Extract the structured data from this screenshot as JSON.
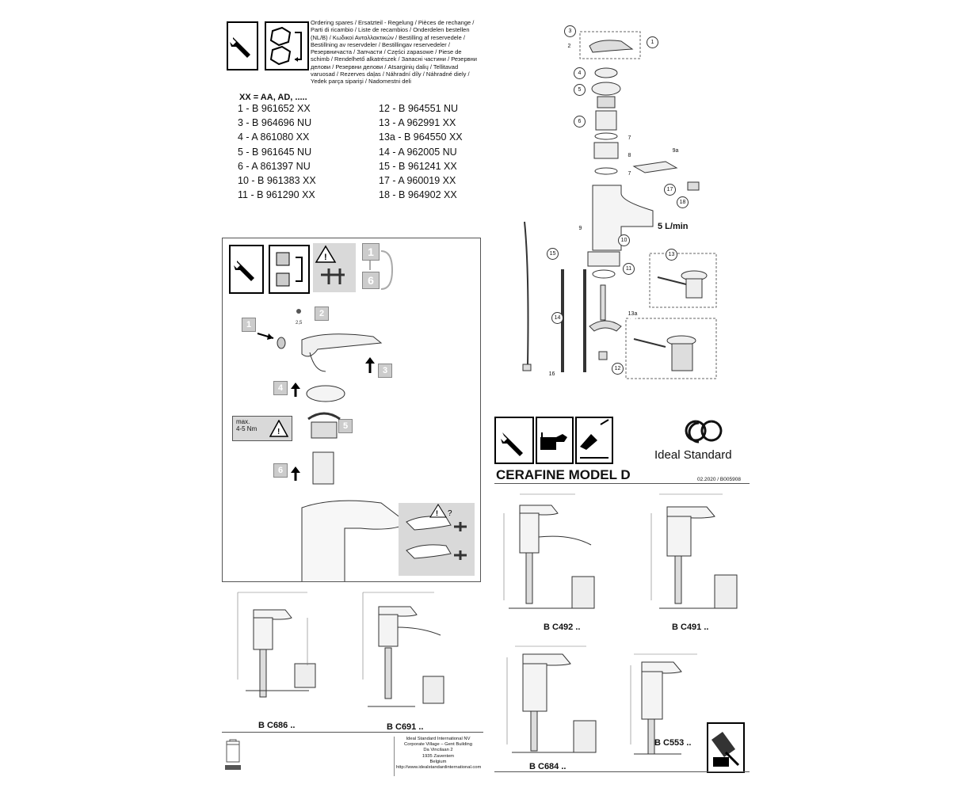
{
  "header": {
    "ordering_spares_text": "Ordering spares / Ersatzteil - Regelung / Pièces de rechange / Parti di ricambio / Liste de recambios / Onderdelen bestellen (NL/B) / Κωδικοί Ανταλλακτικών / Bestilling af reservedele / Bestillning av reservdeler / Bestillingav reservedeler / Резервничаста / Запчасти / Części zapasowe / Piese de schimb / Rendelhető alkatrészek / Запасні частини / Резервни делови / Резервни делови / Atsarginių dalių / Tellitavad varuosad / Rezerves daļas / Náhradní díly / Náhradné diely / Yedek parça siparişi / Nadomestni deli"
  },
  "parts": {
    "legend": "XX = AA, AD, .....",
    "left": [
      "1 - B 961652 XX",
      "3 - B 964696 NU",
      "4 - A 861080 XX",
      "5 - B 961645 NU",
      "6 - A 861397 NU",
      "10 - B 961383 XX",
      "11 - B 961290 XX"
    ],
    "right": [
      "12 - B 964551 NU",
      "13 - A 962991 XX",
      "13a - B 964550 XX",
      "14 - A 962005 NU",
      "15 - B 961241 XX",
      "17 - A 960019 XX",
      "18 - B 964902 XX"
    ]
  },
  "exploded": {
    "callouts": [
      "1",
      "2",
      "3",
      "4",
      "5",
      "6",
      "7",
      "8",
      "7",
      "9a",
      "9",
      "17",
      "18",
      "10",
      "11",
      "13",
      "15",
      "14",
      "13a",
      "16",
      "12"
    ],
    "flow_rate": "5 L/min"
  },
  "steps": {
    "labels": [
      "1",
      "2",
      "3",
      "4",
      "5",
      "6"
    ],
    "max_torque": "max.\n4-5 Nm",
    "seq_top": "1",
    "seq_bottom": "6",
    "dim_25": "2,5"
  },
  "brand": {
    "name": "Ideal Standard",
    "product": "CERAFINE MODEL D",
    "doc_ref": "02.2020 / B005908"
  },
  "models": {
    "c492": "B C492 ..",
    "c491": "B C491 ..",
    "c684": "B C684 ..",
    "c553": "B C553 ..",
    "c686": "B C686 ..",
    "c691": "B C691 .."
  },
  "address": {
    "lines": [
      "Ideal Standard International NV",
      "Corporate Village – Gent Building",
      "Da Vincilaan 2",
      "1935 Zaventem",
      "Belgium",
      "http://www.idealstandardinternational.com"
    ]
  },
  "colors": {
    "ink": "#111111",
    "panel_grey": "#d9d9d9",
    "step_grey": "#c4c4c4"
  }
}
